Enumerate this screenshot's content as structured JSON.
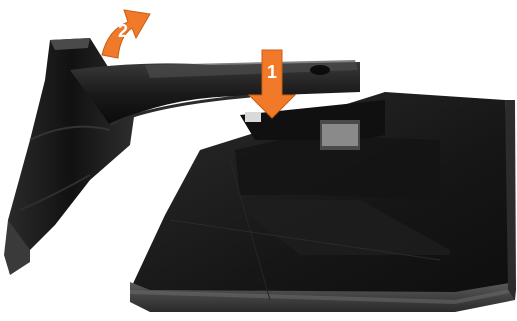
{
  "figure": {
    "background_color": "#ffffff",
    "monitor_body_color": "#1c1c1c",
    "monitor_highlight_color": "#3a3a3a",
    "arrow_color": "#f07a2a",
    "step_label_color": "#ffffff",
    "steps": [
      {
        "label": "1",
        "arrow_direction": "down",
        "icon": "arrow-down-icon"
      },
      {
        "label": "2",
        "arrow_direction": "up-right",
        "icon": "curved-arrow-icon"
      }
    ]
  }
}
